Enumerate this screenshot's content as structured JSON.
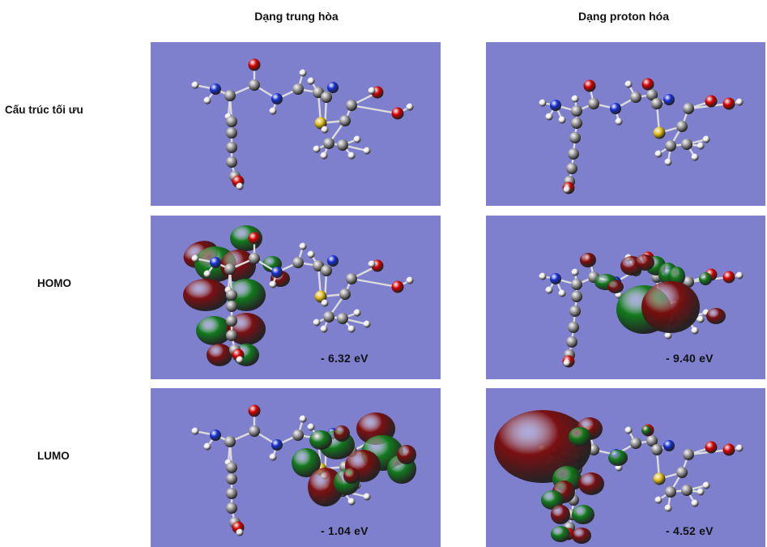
{
  "columns": [
    {
      "header": "Dạng trung hòa"
    },
    {
      "header": "Dạng proton hóa"
    }
  ],
  "rows": [
    {
      "label": "Cấu trúc tối ưu"
    },
    {
      "label": "HOMO"
    },
    {
      "label": "LUMO"
    }
  ],
  "energies": {
    "neutral_homo": "- 6.32 eV",
    "proton_homo": "- 9.40 eV",
    "neutral_lumo": "- 1.04 eV",
    "proton_lumo": "- 4.52 eV"
  },
  "colors": {
    "panel_bg": "#7e7fcd",
    "orbital_positive": "#7a0c0c",
    "orbital_negative": "#0f7a18",
    "carbon": "#9a9a9a",
    "hydrogen": "#f2f2f2",
    "nitrogen": "#1530d0",
    "oxygen": "#d40000",
    "sulfur": "#e6c21a"
  }
}
